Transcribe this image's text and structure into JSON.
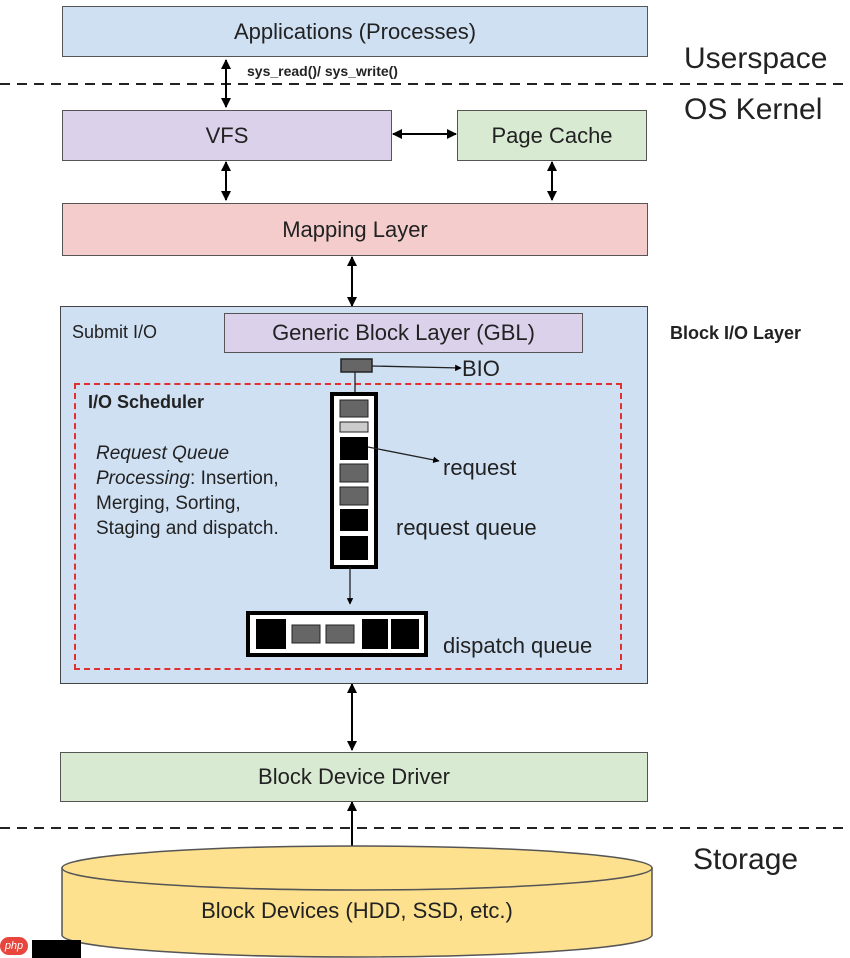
{
  "boxes": {
    "applications": "Applications (Processes)",
    "vfs": "VFS",
    "page_cache": "Page Cache",
    "mapping_layer": "Mapping Layer",
    "gbl": "Generic Block Layer (GBL)",
    "block_device_driver": "Block Device Driver",
    "block_devices": "Block Devices (HDD, SSD, etc.)"
  },
  "labels": {
    "syscall": "sys_read()/ sys_write()",
    "userspace": "Userspace",
    "os_kernel": "OS Kernel",
    "block_io_layer": "Block I/O Layer",
    "storage": "Storage",
    "submit_io": "Submit I/O",
    "io_scheduler": "I/O Scheduler",
    "rq_title_italic": "Request Queue Processing",
    "rq_title_colon": ":",
    "rq_body": "Insertion, Merging, Sorting, Staging and dispatch.",
    "bio": "BIO",
    "request": "request",
    "request_queue": "request queue",
    "dispatch_queue": "dispatch queue"
  },
  "watermark": "php"
}
